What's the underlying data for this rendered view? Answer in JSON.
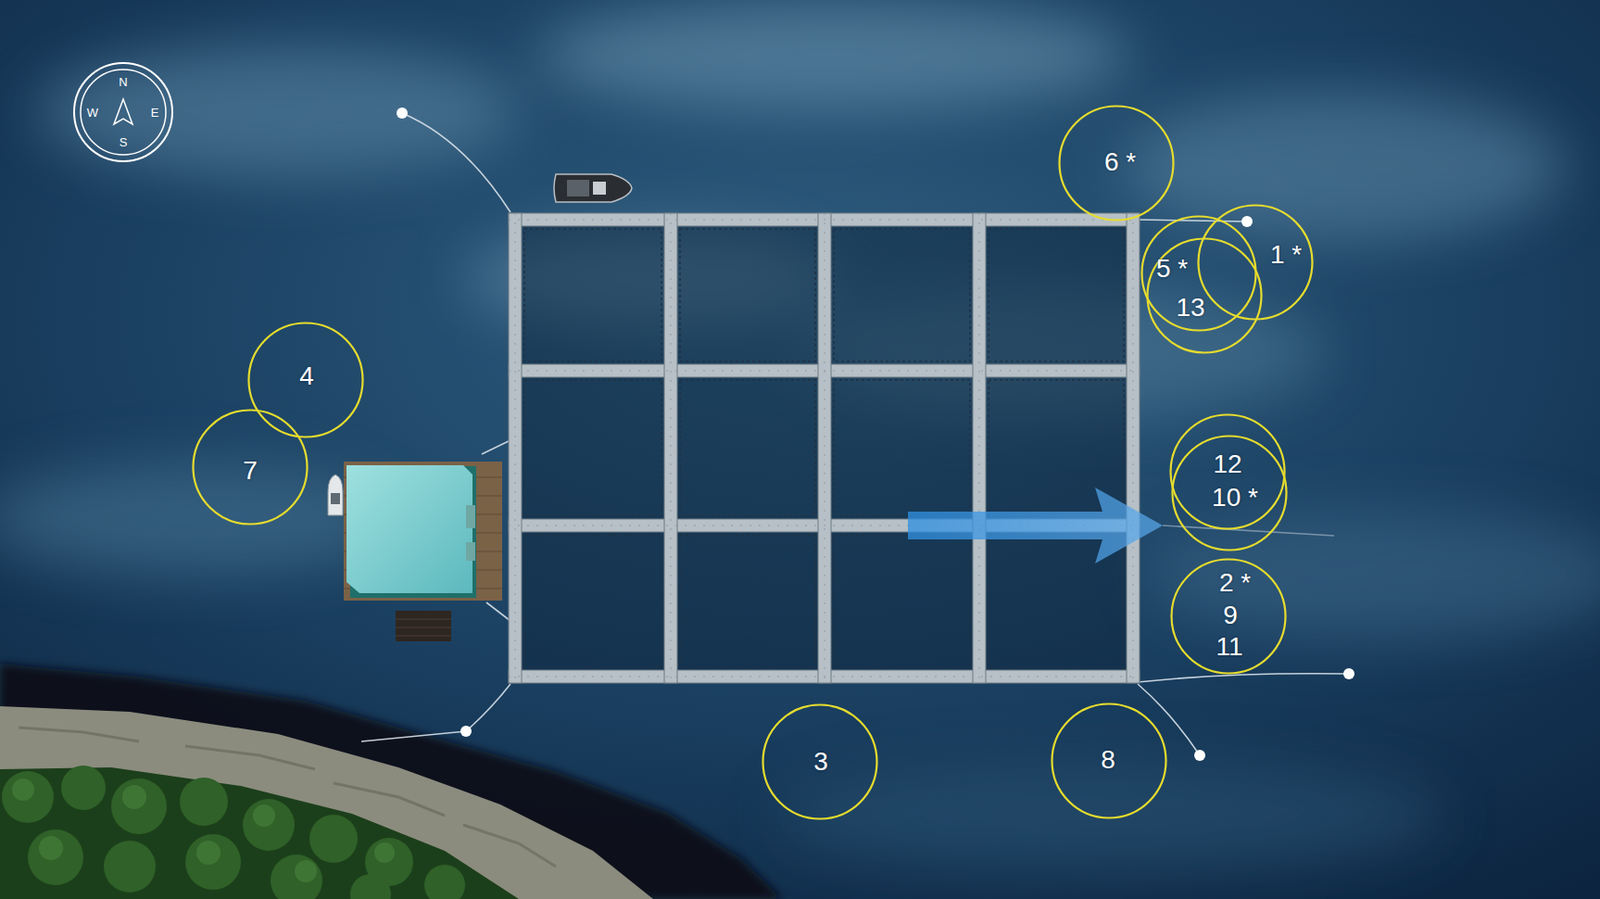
{
  "diagram": {
    "nodes": [
      {
        "text": [
          "6 *"
        ]
      },
      {
        "text": [
          "5 *"
        ]
      },
      {
        "text": [
          "13"
        ]
      },
      {
        "text": [
          "1 *"
        ]
      },
      {
        "text": [
          "4"
        ]
      },
      {
        "text": [
          "7"
        ]
      },
      {
        "text": [
          "12"
        ]
      },
      {
        "text": [
          "10 *"
        ]
      },
      {
        "text": [
          "2 *",
          "9",
          "11"
        ]
      },
      {
        "text": [
          "3"
        ]
      },
      {
        "text": [
          "8"
        ]
      }
    ],
    "labels": [
      "N",
      "W",
      "E",
      "S"
    ]
  }
}
